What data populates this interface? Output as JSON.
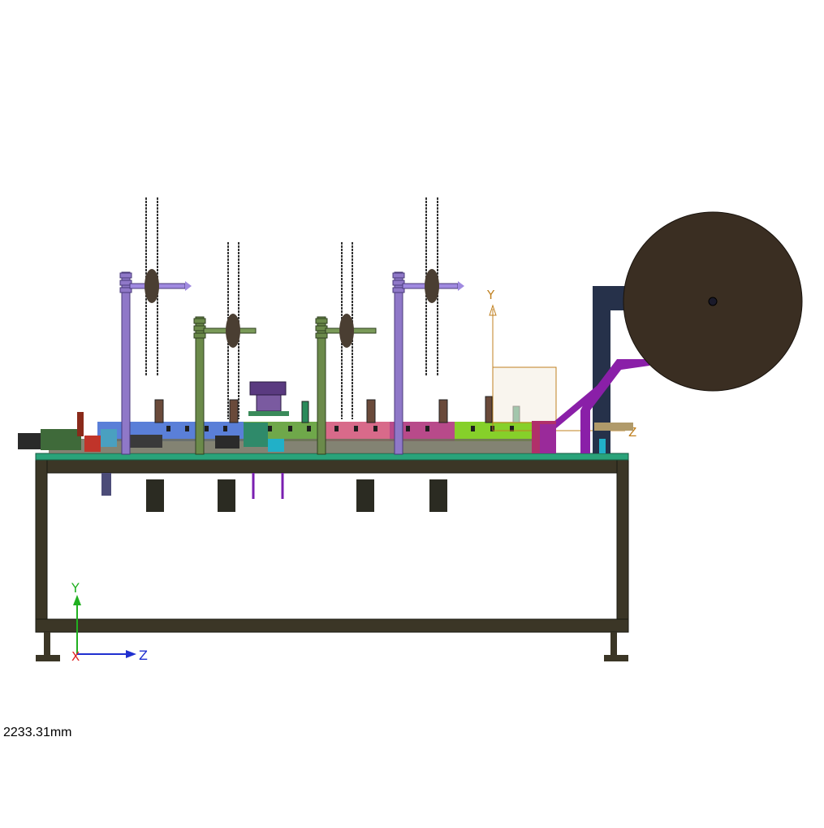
{
  "viewport": {
    "scale_readout": "2233.31mm"
  },
  "triad": {
    "x_label": "X",
    "y_label": "Y",
    "z_label": "Z",
    "x_color": "#e02020",
    "y_color": "#20b020",
    "z_color": "#2030d0"
  },
  "model_axis": {
    "y_label": "Y",
    "z_label": "Z",
    "color": "#c08020"
  },
  "colors": {
    "frame": "#3b3626",
    "tabletop": "#2aa37a",
    "reel": "#3a2e22",
    "purple": "#8f78c8",
    "green": "#6b8a4a",
    "magenta": "#8a1fa8",
    "navy": "#26314a"
  }
}
